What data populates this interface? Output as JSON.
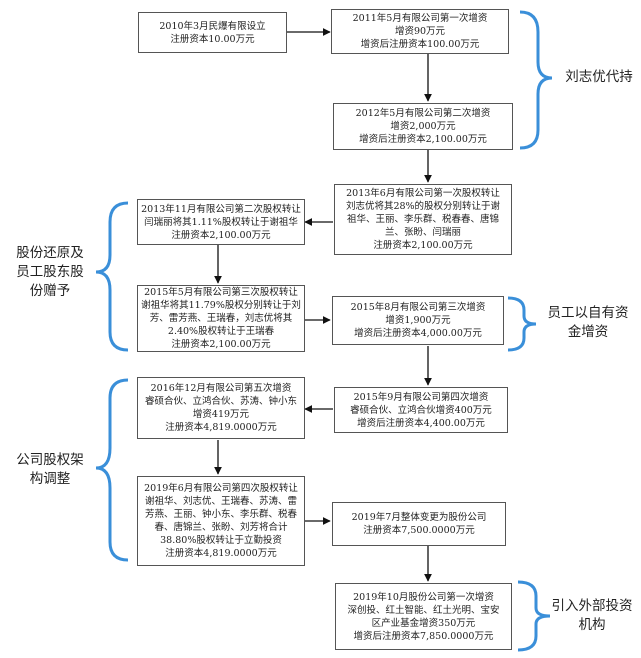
{
  "boxes": {
    "b1": [
      "2010年3月民爆有限设立",
      "注册资本10.00万元"
    ],
    "b2": [
      "2011年5月有限公司第一次增资",
      "增资90万元",
      "增资后注册资本100.00万元"
    ],
    "b3": [
      "2012年5月有限公司第二次增资",
      "增资2,000万元",
      "增资后注册资本2,100.00万元"
    ],
    "b4": [
      "2013年6月有限公司第一次股权转让",
      "刘志优将其28%的股权分别转让于谢",
      "祖华、王丽、李乐群、税春春、唐锦",
      "兰、张盼、闫瑞丽",
      "注册资本2,100.00万元"
    ],
    "b5": [
      "2013年11月有限公司第二次股权转让",
      "闫瑞丽将其1.11%股权转让于谢祖华",
      "注册资本2,100.00万元"
    ],
    "b6": [
      "2015年5月有限公司第三次股权转让",
      "谢祖华将其11.79%股权分别转让于刘",
      "芳、雷芳燕、王瑞春，刘志优将其",
      "2.40%股权转让于王瑞春",
      "注册资本2,100.00万元"
    ],
    "b7": [
      "2015年8月有限公司第三次增资",
      "增资1,900万元",
      "增资后注册资本4,000.00万元"
    ],
    "b8": [
      "2015年9月有限公司第四次增资",
      "睿硕合伙、立鸿合伙增资400万元",
      "增资后注册资本4,400.00万元"
    ],
    "b9": [
      "2016年12月有限公司第五次增资",
      "睿硕合伙、立鸿合伙、苏涛、钟小东",
      "增资419万元",
      "注册资本4,819.0000万元"
    ],
    "b10": [
      "2019年6月有限公司第四次股权转让",
      "谢祖华、刘志优、王瑞春、苏涛、雷",
      "芳燕、王丽、钟小东、李乐群、税春",
      "春、唐锦兰、张盼、刘芳将合计",
      "38.80%股权转让于立勤投资",
      "注册资本4,819.0000万元"
    ],
    "b11": [
      "2019年7月整体变更为股份公司",
      "注册资本7,500.0000万元"
    ],
    "b12": [
      "2019年10月股份公司第一次增资",
      "深创投、红土智能、红土光明、宝安",
      "区产业基金增资350万元",
      "增资后注册资本7,850.0000万元"
    ]
  },
  "labels": {
    "l1": [
      "刘志优代持"
    ],
    "l2": [
      "股份还原及",
      "员工股东股",
      "份赠予"
    ],
    "l3": [
      "员工以自有资",
      "金增资"
    ],
    "l4": [
      "公司股权架",
      "构调整"
    ],
    "l5": [
      "引入外部投资",
      "机构"
    ]
  },
  "colors": {
    "bracket": "#3a8fd9",
    "arrow": "#111111",
    "border": "#555555"
  }
}
